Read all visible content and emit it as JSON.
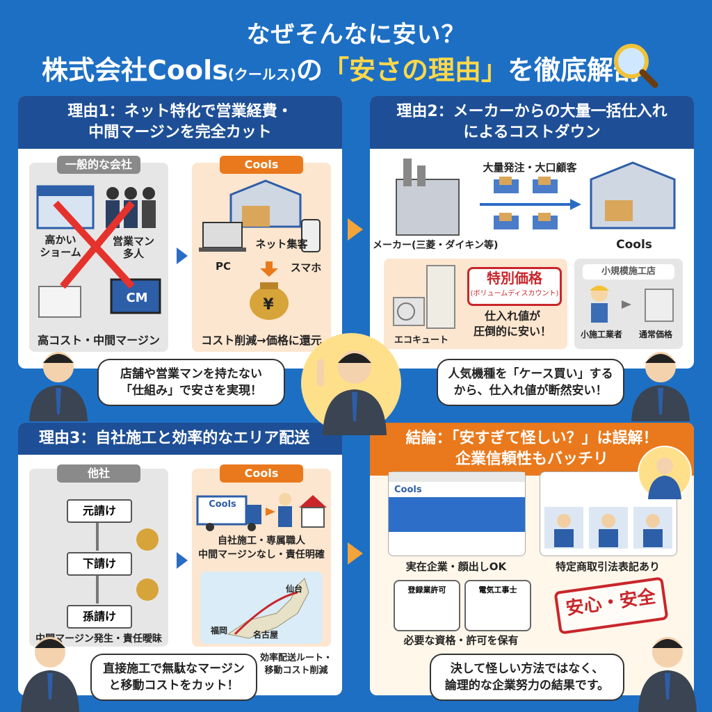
{
  "header": {
    "line1": "なぜそんなに安い？",
    "line2_prefix": "株式会社Cools",
    "line2_small": "(クールス)",
    "line2_mid": "の",
    "line2_highlight": "「安さの理由」",
    "line2_suffix": "を徹底解剖"
  },
  "reason1": {
    "title_l1": "理由1：ネット特化で営業経費・",
    "title_l2": "中間マージンを完全カット",
    "general_tag": "一般的な会社",
    "showroom": "高かい\nショーム",
    "sales": "営業マン\n多人",
    "cm": "CM",
    "general_caption": "高コスト・中間マージン",
    "cools_tag": "Cools",
    "net": "ネット集客",
    "pc": "PC",
    "phone": "スマホ",
    "yen": "¥",
    "cools_caption": "コスト削減→価格に還元",
    "bubble": "店舗や営業マンを持たない\n「仕組み」で安さを実現！"
  },
  "reason2": {
    "title_l1": "理由2：メーカーからの大量一括仕入れ",
    "title_l2": "によるコストダウン",
    "bulk": "大量発注・大口顧客",
    "maker": "メーカー(三菱・ダイキン等)",
    "cools": "Cools",
    "special_price": "特別価格",
    "special_sub": "(ボリュームディスカウント)",
    "ecocute": "エコキュート",
    "cheap": "仕入れ値が\n圧倒的に安い！",
    "small_tag": "小規模施工店",
    "small_contractor": "小施工業者",
    "normal_price": "通常価格",
    "bubble": "人気機種を「ケース買い」する\nから、仕入れ値が断然安い！"
  },
  "reason3": {
    "title": "理由3：自社施工と効率的なエリア配送",
    "other_tag": "他社",
    "step1": "元請け",
    "step2": "下請け",
    "step3": "孫請け",
    "other_caption": "中間マージン発生・責任曖昧",
    "cools_tag": "Cools",
    "truck": "Cools",
    "staff": "自社施工・専属職人\n中間マージンなし・責任明確",
    "city1": "仙台",
    "city2": "福岡",
    "city3": "名古屋",
    "route": "効率配送ルート・\n移動コスト削減",
    "bubble": "直接施工で無駄なマージン\nと移動コストをカット！"
  },
  "conclusion": {
    "title_l1": "結論：「安すぎて怪しい？」は誤解！",
    "title_l2": "企業信頼性もバッチリ",
    "site_logo": "Cools",
    "real_company": "実在企業・顔出しOK",
    "law": "特定商取引法表記あり",
    "license1": "登録業許可",
    "license2": "電気工事士",
    "licenses": "必要な資格・許可を保有",
    "stamp": "安心・安全",
    "bubble": "決して怪しい方法ではなく、\n論理的な企業努力の結果です。"
  },
  "colors": {
    "navy": "#1e4f96",
    "orange": "#e9791c",
    "blue_bg": "#1d6fc4",
    "red": "#c8262b"
  }
}
